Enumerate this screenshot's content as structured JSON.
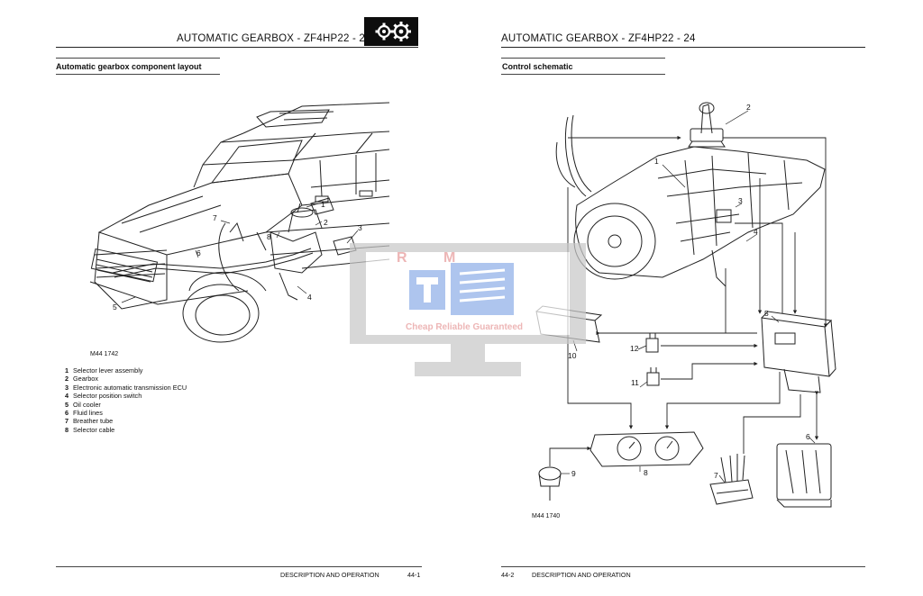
{
  "left_page": {
    "header_title": "AUTOMATIC GEARBOX - ZF4HP22 - 24",
    "section_title": "Automatic gearbox component layout",
    "figure_ref": "M44 1742",
    "callouts": [
      "1",
      "2",
      "3",
      "4",
      "5",
      "6",
      "7",
      "8"
    ],
    "legend": [
      {
        "num": "1",
        "label": "Selector lever assembly"
      },
      {
        "num": "2",
        "label": "Gearbox"
      },
      {
        "num": "3",
        "label": "Electronic automatic transmission ECU"
      },
      {
        "num": "4",
        "label": "Selector position switch"
      },
      {
        "num": "5",
        "label": "Oil cooler"
      },
      {
        "num": "6",
        "label": "Fluid lines"
      },
      {
        "num": "7",
        "label": "Breather tube"
      },
      {
        "num": "8",
        "label": "Selector cable"
      }
    ],
    "footer_text": "DESCRIPTION AND OPERATION",
    "page_number": "44-1"
  },
  "right_page": {
    "header_title": "AUTOMATIC GEARBOX - ZF4HP22 - 24",
    "section_title": "Control schematic",
    "figure_ref": "M44 1740",
    "callouts": [
      "1",
      "2",
      "3",
      "4",
      "5",
      "6",
      "7",
      "8",
      "9",
      "10",
      "11",
      "12"
    ],
    "footer_text": "DESCRIPTION AND OPERATION",
    "page_number": "44-2"
  },
  "watermark": {
    "letters": "R M",
    "tagline": "Cheap Reliable Guaranteed"
  },
  "icons": {
    "gearbox_header_icon": "gears-icon"
  },
  "colors": {
    "text": "#111111",
    "watermark_gray": "#c9c9c9",
    "watermark_blue": "#8fb0e8",
    "watermark_red": "#e79a9a"
  }
}
